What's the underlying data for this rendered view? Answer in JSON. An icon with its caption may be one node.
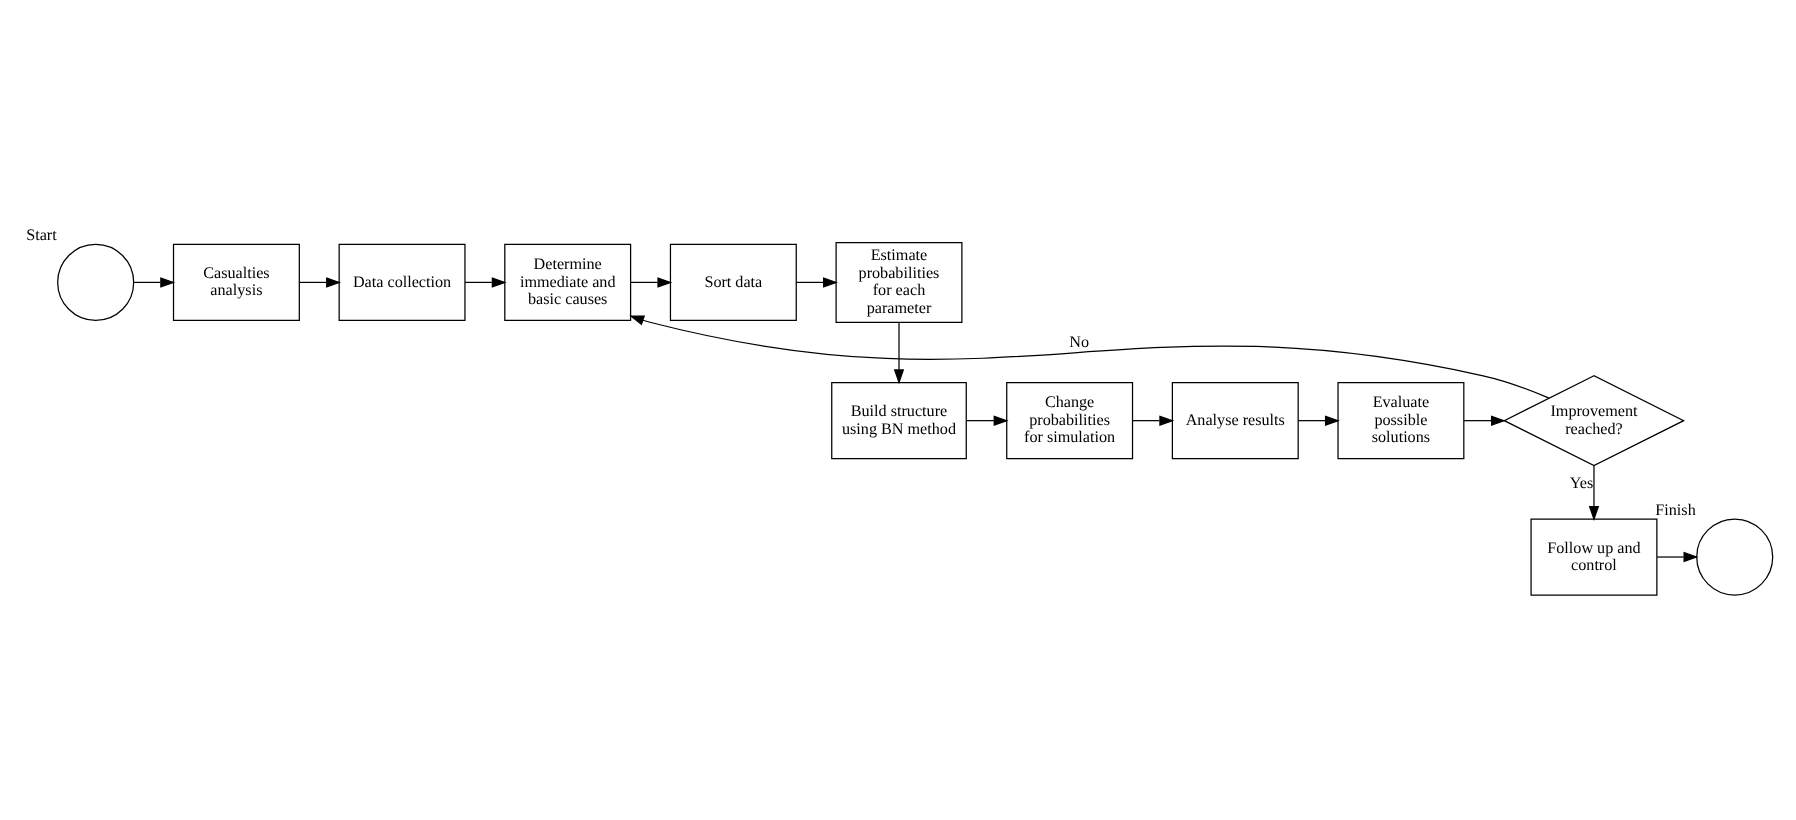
{
  "diagram": {
    "nodes": [
      {
        "text": [],
        "shape": "circle",
        "beside": [
          "Start"
        ]
      },
      {
        "text": [
          "Casualties analysis"
        ]
      },
      {
        "text": [
          "Data collection"
        ]
      },
      {
        "text": [
          "Determine immediate and basic causes"
        ]
      },
      {
        "text": [
          "Sort data"
        ]
      },
      {
        "text": [
          "Estimate probabilities for each parameter"
        ]
      },
      {
        "text": [
          "Build structure using BN method"
        ]
      },
      {
        "text": [
          "Change probabilities for simulation"
        ]
      },
      {
        "text": [
          "Analyse results"
        ]
      },
      {
        "text": [
          "Evaluate possible solutions"
        ]
      },
      {
        "text": [
          "Improvement reached?"
        ]
      },
      {
        "text": [
          "Follow up and control"
        ]
      },
      {
        "text": [],
        "shape": "circle",
        "beside": [
          "Finish"
        ]
      }
    ],
    "edges": [
      {
        "from": 0,
        "to": 1,
        "arrow": "to"
      },
      {
        "from": 1,
        "to": 2,
        "arrow": "to"
      },
      {
        "from": 2,
        "to": 3,
        "arrow": "to"
      },
      {
        "from": 3,
        "to": 4,
        "arrow": "to"
      },
      {
        "from": 4,
        "to": 5,
        "arrow": "to"
      },
      {
        "from": 5,
        "to": 6,
        "arrow": "to"
      },
      {
        "from": 6,
        "to": 7,
        "arrow": "to"
      },
      {
        "from": 7,
        "to": 8,
        "arrow": "to"
      },
      {
        "from": 8,
        "to": 9,
        "arrow": "to"
      },
      {
        "from": 9,
        "to": 10,
        "arrow": "to"
      },
      {
        "from": 10,
        "to": 3,
        "arrow": "to",
        "label": "No"
      },
      {
        "from": 10,
        "to": 11,
        "arrow": "to",
        "label": "Yes"
      },
      {
        "from": 11,
        "to": 12,
        "arrow": "to"
      }
    ]
  }
}
